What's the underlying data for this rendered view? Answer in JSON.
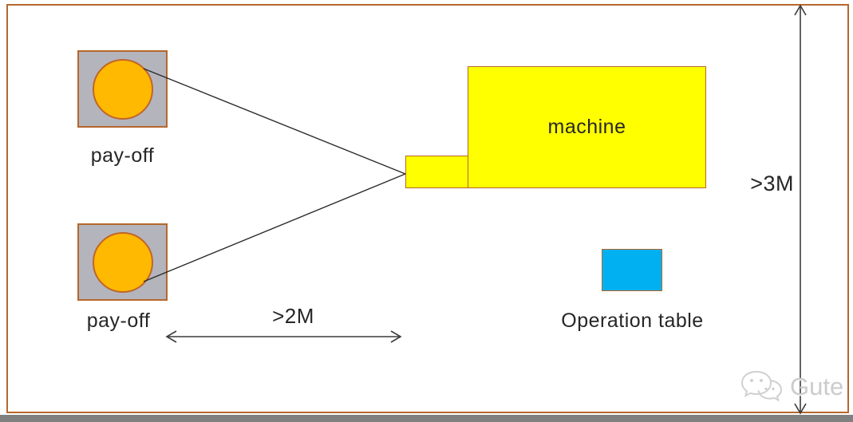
{
  "colors": {
    "frame_border": "#b5672c",
    "shape_border": "#b5672c",
    "circle_border": "#c0652a",
    "payoff_square_fill": "#b4b4bd",
    "payoff_circle_fill": "#ffb900",
    "machine_fill": "#ffff00",
    "optable_fill": "#00b0f0",
    "connector_color": "#2b2b2b",
    "arrow_color": "#3c3c3c",
    "text_color": "#262626",
    "watermark_color": "#cccccc",
    "bottom_strip": "#808080"
  },
  "labels": {
    "machine": "machine",
    "payoff_top": "pay-off",
    "payoff_bottom": "pay-off",
    "operation_table": "Operation table",
    "horizontal_dimension": ">2M",
    "vertical_dimension": ">3M",
    "watermark": "Gute"
  },
  "icons": {
    "watermark": "wechat-icon"
  }
}
